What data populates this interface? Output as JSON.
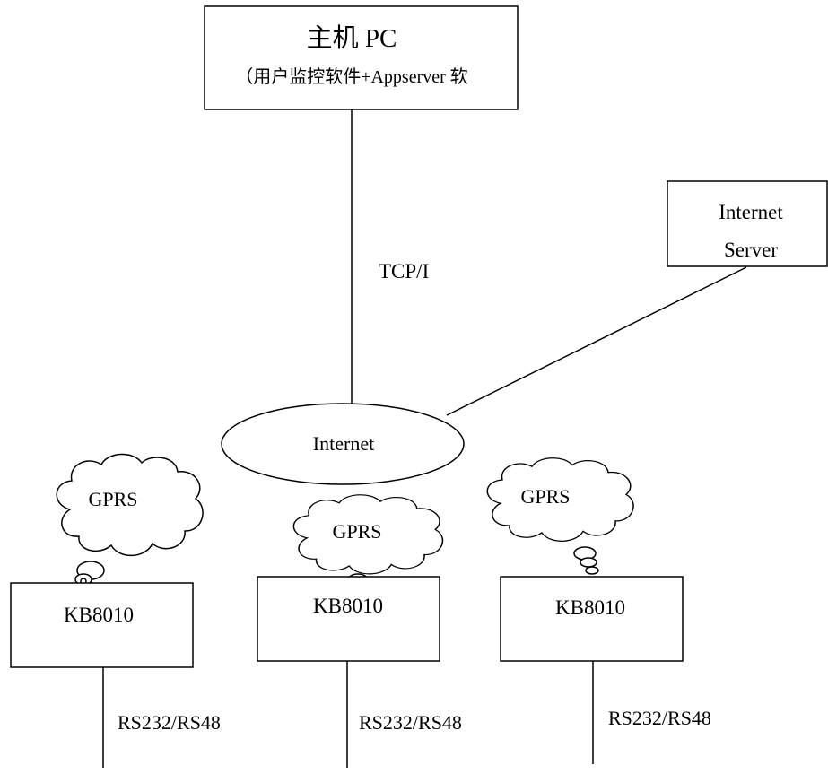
{
  "host": {
    "title": "主机 PC",
    "subtitle": "（用户监控软件+Appserver 软"
  },
  "server": {
    "line1": "Internet",
    "line2": "Server"
  },
  "protocol_label": "TCP/I",
  "network_label": "Internet",
  "gprs_label": "GPRS",
  "device_label": "KB8010",
  "serial_label": "RS232/RS48"
}
